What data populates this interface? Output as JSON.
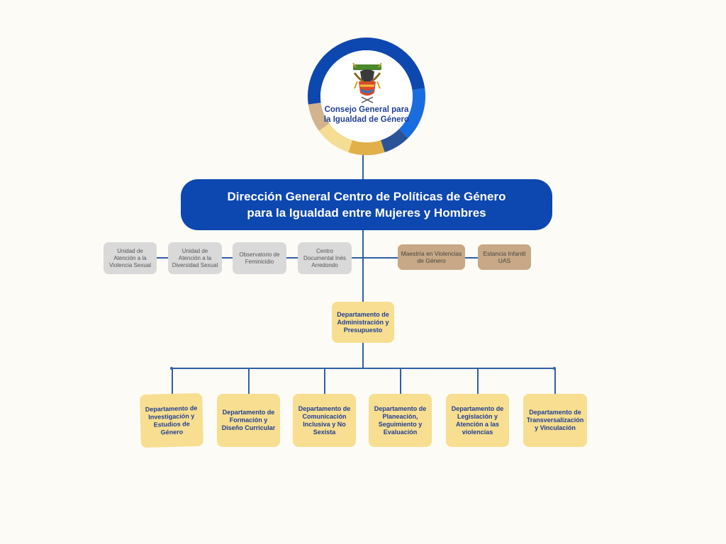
{
  "council": {
    "title": "Consejo General para la Igualdad de Género",
    "logo_icon": "university-crest-icon",
    "ring_colors": [
      "#0d47b0",
      "#1a6de0",
      "#2a5398",
      "#e1b04a",
      "#f5dd93",
      "#d2b38e"
    ]
  },
  "director": {
    "title": "Dirección General Centro de Políticas de Género\npara la Igualdad entre Mujeres y Hombres"
  },
  "gray_units": [
    {
      "label": "Unidad de Atención a la Violencia Sexual"
    },
    {
      "label": "Unidad de Atención a la Diversidad Sexual"
    },
    {
      "label": "Observatorio de Feminicidio"
    },
    {
      "label": "Centro Documental Inés Arredondo"
    }
  ],
  "tan_units": [
    {
      "label": "Maestría en Violencias de Género"
    },
    {
      "label": "Estancia Infantil UAS"
    }
  ],
  "admin": {
    "label": "Departamento de Administración y Presupuesto"
  },
  "departments": [
    {
      "label": "Departamento de Investigación y Estudios de Género"
    },
    {
      "label": "Departamento de Formación y Diseño Curricular"
    },
    {
      "label": "Departamento de Comunicación Inclusiva y No Sexista"
    },
    {
      "label": "Departamento de Planeación, Seguimiento y Evaluación"
    },
    {
      "label": "Departamento de Legislación y Atención a las violencias"
    },
    {
      "label": "Departamento de Transversalización y Vinculación"
    }
  ],
  "colors": {
    "background": "#fcfbf5",
    "primary_blue": "#0d47b0",
    "connector": "#2f5fa8",
    "gray_box": "#d9d9d9",
    "tan_box": "#c8a886",
    "yellow_box": "#f8de90"
  }
}
